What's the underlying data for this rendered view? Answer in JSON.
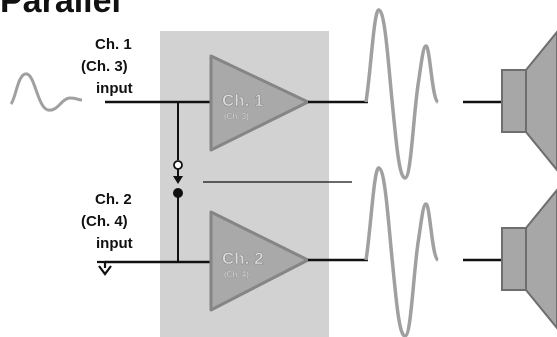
{
  "title": "Parallel",
  "inputs": [
    {
      "line1": "Ch. 1",
      "line2": "(Ch. 3)",
      "line3": "input"
    },
    {
      "line1": "Ch. 2",
      "line2": "(Ch. 4)",
      "line3": "input"
    }
  ],
  "amps": [
    {
      "main": "Ch. 1",
      "sub": "(Ch. 3)"
    },
    {
      "main": "Ch. 2",
      "sub": "(Ch. 4)"
    }
  ],
  "colors": {
    "panel": "#d2d2d2",
    "amp_fill": "#a9a9a9",
    "amp_stroke": "#858585",
    "wave": "#a0a0a0",
    "speaker_fill": "#a7a7a7",
    "speaker_stroke": "#6e6e6e",
    "line": "#111111"
  }
}
